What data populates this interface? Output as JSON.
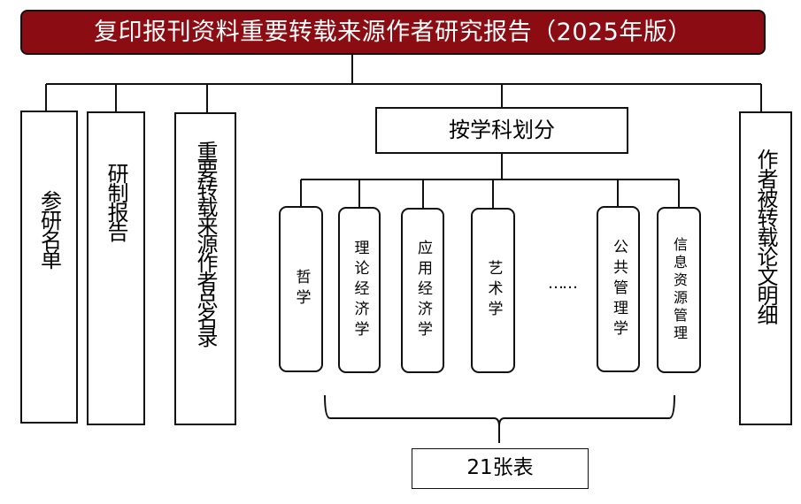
{
  "title": "复印报刊资料重要转载来源作者研究报告（2025年版）",
  "branches": {
    "participant_list": "参研名单",
    "research_report": "研制报告",
    "author_directory": "重要转载来源作者总名录",
    "by_discipline": "按学科划分",
    "author_paper_details": "作者被转载论文明细"
  },
  "disciplines": [
    {
      "label": "哲学"
    },
    {
      "label": "理论经济学"
    },
    {
      "label": "应用经济学"
    },
    {
      "label": "艺术学"
    },
    {
      "label": "公共管理学"
    },
    {
      "label": "信息资源管理"
    }
  ],
  "ellipsis": "……",
  "tables_count": "21张表",
  "colors": {
    "title_bg": "#8b0c12",
    "title_text": "#ffffff",
    "stroke": "#111111"
  }
}
